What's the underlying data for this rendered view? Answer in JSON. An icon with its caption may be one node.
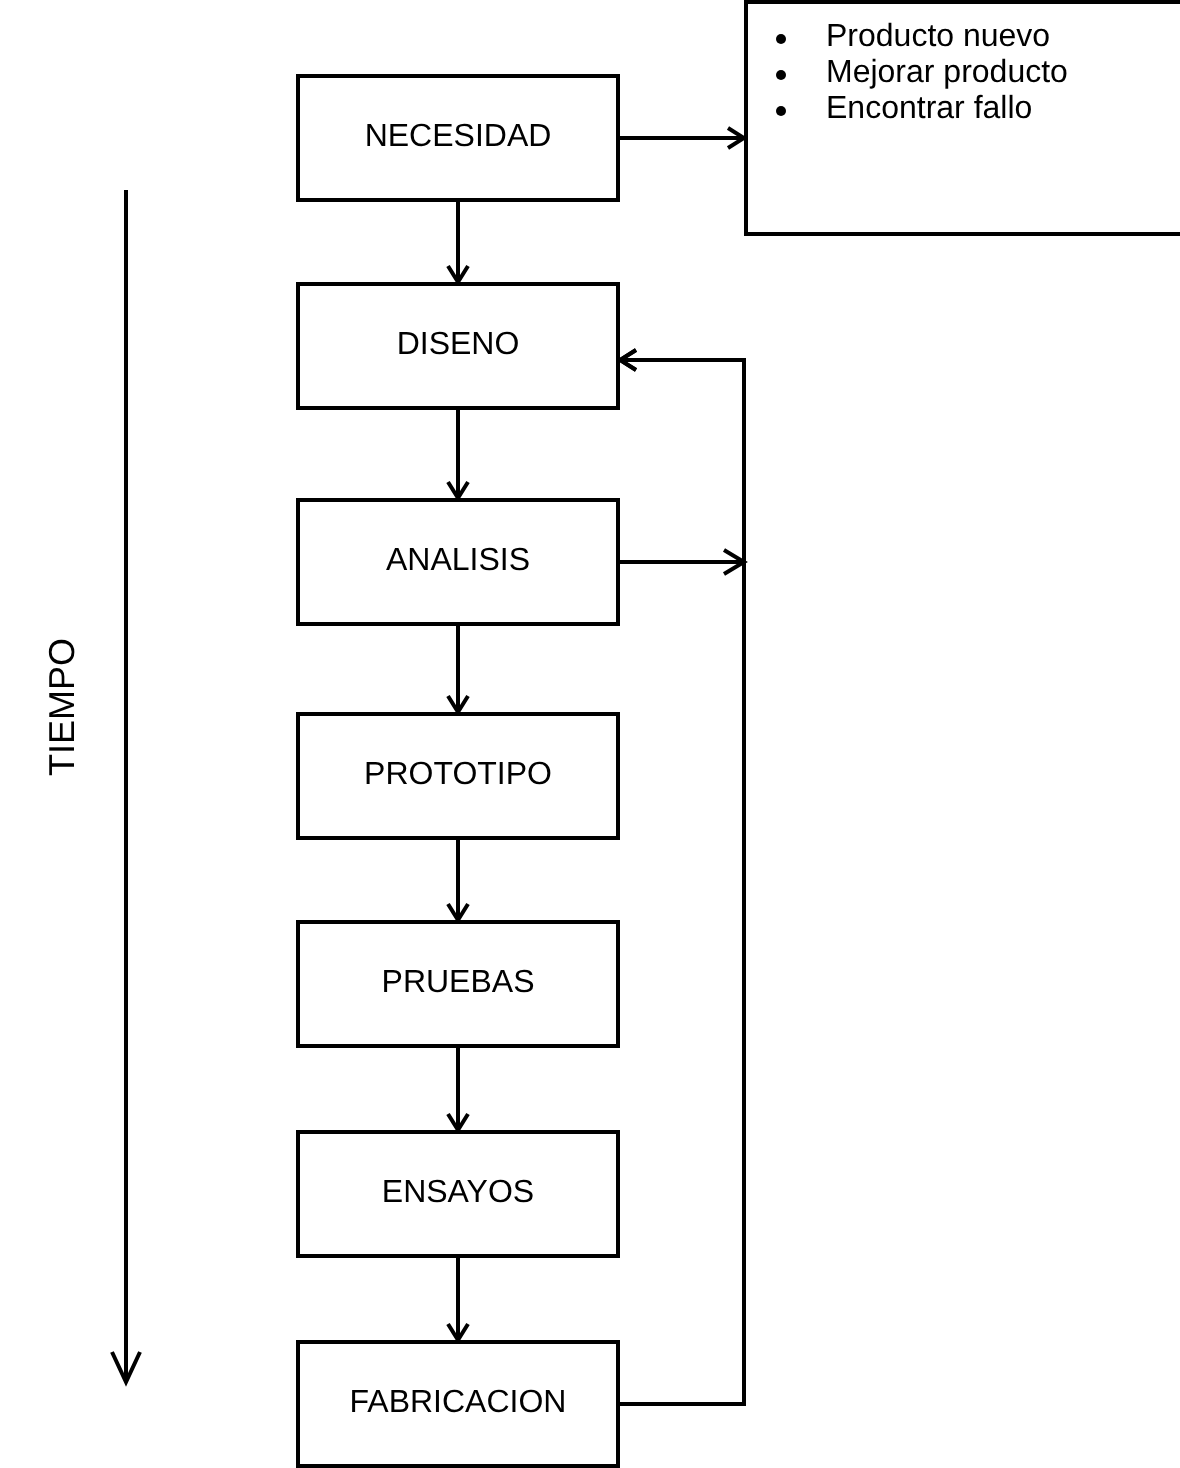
{
  "diagram": {
    "nodes": [
      {
        "text": [
          "NECESIDAD"
        ]
      },
      {
        "text": [
          "Producto nuevo",
          "Mejorar producto",
          "Encontrar fallo"
        ]
      },
      {
        "text": [
          "DISENO"
        ]
      },
      {
        "text": [
          "ANALISIS"
        ]
      },
      {
        "text": [
          "PROTOTIPO"
        ]
      },
      {
        "text": [
          "PRUEBAS"
        ]
      },
      {
        "text": [
          "ENSAYOS"
        ]
      },
      {
        "text": [
          "FABRICACION"
        ]
      }
    ],
    "edges": [
      {
        "from": 0,
        "to": 1,
        "arrow": "to"
      },
      {
        "from": 0,
        "to": 2,
        "arrow": "to"
      },
      {
        "from": 2,
        "to": 3,
        "arrow": "to"
      },
      {
        "from": 3,
        "to": 4,
        "arrow": "to"
      },
      {
        "from": 4,
        "to": 5,
        "arrow": "to"
      },
      {
        "from": 5,
        "to": 6,
        "arrow": "to"
      },
      {
        "from": 6,
        "to": 7,
        "arrow": "to"
      },
      {
        "from": 3,
        "to": 2,
        "arrow": "to"
      },
      {
        "from": 7,
        "to": 2,
        "arrow": "to"
      }
    ],
    "labels": [
      "TIEMPO"
    ]
  }
}
